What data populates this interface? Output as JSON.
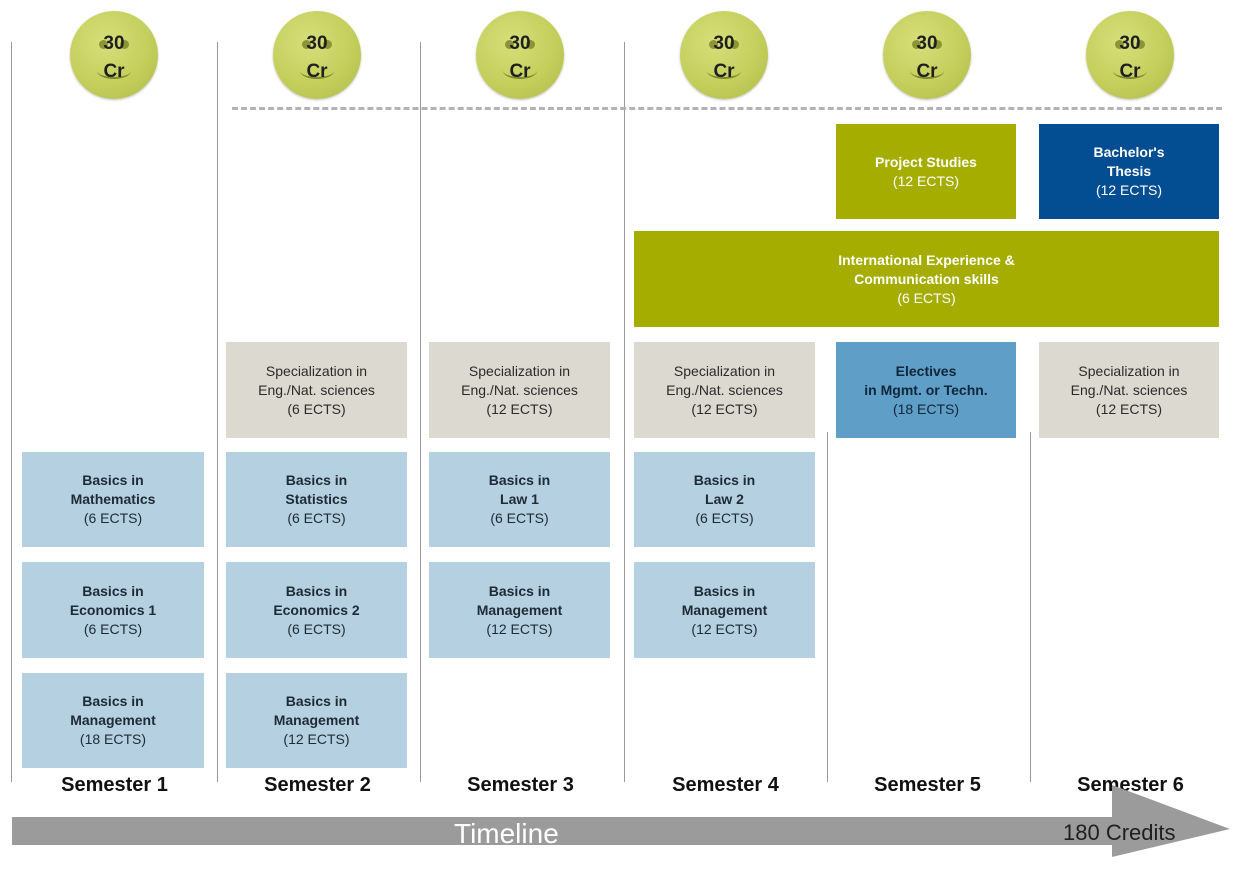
{
  "coins": [
    {
      "num": "30",
      "unit": "Cr"
    },
    {
      "num": "30",
      "unit": "Cr"
    },
    {
      "num": "30",
      "unit": "Cr"
    },
    {
      "num": "30",
      "unit": "Cr"
    },
    {
      "num": "30",
      "unit": "Cr"
    },
    {
      "num": "30",
      "unit": "Cr"
    }
  ],
  "semesters": [
    "Semester 1",
    "Semester 2",
    "Semester 3",
    "Semester 4",
    "Semester 5",
    "Semester 6"
  ],
  "modules": {
    "s1_math": {
      "title": "Basics in\nMathematics",
      "credits": "(6 ECTS)"
    },
    "s1_econ": {
      "title": "Basics in\nEconomics 1",
      "credits": "(6 ECTS)"
    },
    "s1_mgmt": {
      "title": "Basics in\nManagement",
      "credits": "(18 ECTS)"
    },
    "s2_spec": {
      "title": "Specialization in\nEng./Nat. sciences",
      "credits": "(6 ECTS)"
    },
    "s2_stat": {
      "title": "Basics in\nStatistics",
      "credits": "(6 ECTS)"
    },
    "s2_econ": {
      "title": "Basics in\nEconomics 2",
      "credits": "(6 ECTS)"
    },
    "s2_mgmt": {
      "title": "Basics in\nManagement",
      "credits": "(12 ECTS)"
    },
    "s3_spec": {
      "title": "Specialization in\nEng./Nat. sciences",
      "credits": "(12 ECTS)"
    },
    "s3_law": {
      "title": "Basics in\nLaw 1",
      "credits": "(6 ECTS)"
    },
    "s3_mgmt": {
      "title": "Basics in\nManagement",
      "credits": "(12 ECTS)"
    },
    "s4_spec": {
      "title": "Specialization in\nEng./Nat. sciences",
      "credits": "(12 ECTS)"
    },
    "s4_law": {
      "title": "Basics in\nLaw 2",
      "credits": "(6 ECTS)"
    },
    "s4_mgmt": {
      "title": "Basics in\nManagement",
      "credits": "(12 ECTS)"
    },
    "s5_project": {
      "title": "Project Studies",
      "credits": "(12 ECTS)"
    },
    "s6_thesis": {
      "title": "Bachelor's\nThesis",
      "credits": "(12 ECTS)"
    },
    "intl": {
      "title": "International Experience  &\nCommunication skills",
      "credits": "(6 ECTS)"
    },
    "s5_electives": {
      "title": "Electives\nin Mgmt. or Techn.",
      "credits": "(18 ECTS)"
    },
    "s6_spec": {
      "title": "Specialization in\nEng./Nat. sciences",
      "credits": "(12 ECTS)"
    }
  },
  "timeline": {
    "label": "Timeline",
    "total": "180 Credits"
  },
  "colors": {
    "coin": "#c4cf5c",
    "basics": "#b4d0e1",
    "specialization": "#dcdad0",
    "olive": "#a5ad00",
    "thesis": "#034d92",
    "electives": "#5f9ec6",
    "arrow": "#9b9b9b"
  }
}
